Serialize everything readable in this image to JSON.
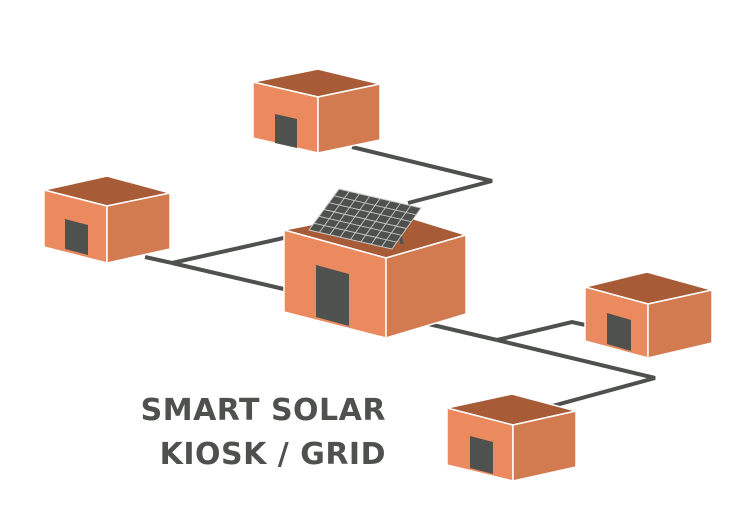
{
  "caption": {
    "line1": "SMART SOLAR",
    "line2": "KIOSK / GRID"
  },
  "colors": {
    "wall_front": "#ec8a5f",
    "wall_side": "#d27a50",
    "roof": "#a75b36",
    "door": "#4e514d",
    "cable": "#4e514d",
    "panel": "#4e514d",
    "panel_grid": "#c9c9c9",
    "edge": "#ffffff",
    "text": "#4e514d"
  },
  "nodes": [
    {
      "name": "house-top",
      "role": "house"
    },
    {
      "name": "house-left",
      "role": "house"
    },
    {
      "name": "solar-kiosk",
      "role": "kiosk"
    },
    {
      "name": "house-right",
      "role": "house"
    },
    {
      "name": "house-bottom",
      "role": "house"
    }
  ]
}
